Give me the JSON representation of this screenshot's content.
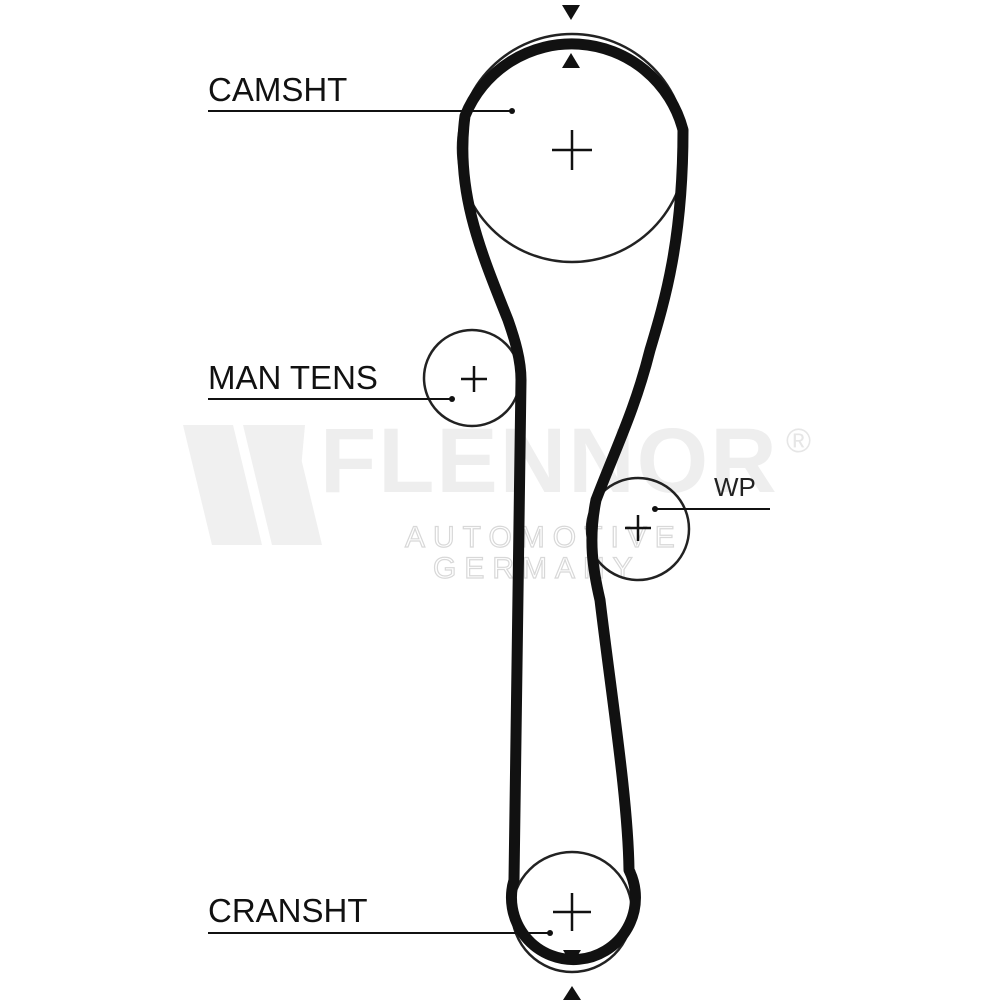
{
  "labels": {
    "camshaft": "CAMSHT",
    "manual_tensioner": "MAN TENS",
    "water_pump": "WP",
    "crankshaft": "CRANSHT"
  },
  "watermark": {
    "brand": "FLENNOR",
    "registered": "®",
    "line1": "AUTOMOTIVE",
    "line2": "GERMANY"
  },
  "colors": {
    "belt": "#111111",
    "pulley": "#222222",
    "watermark": "#eeeeee"
  }
}
